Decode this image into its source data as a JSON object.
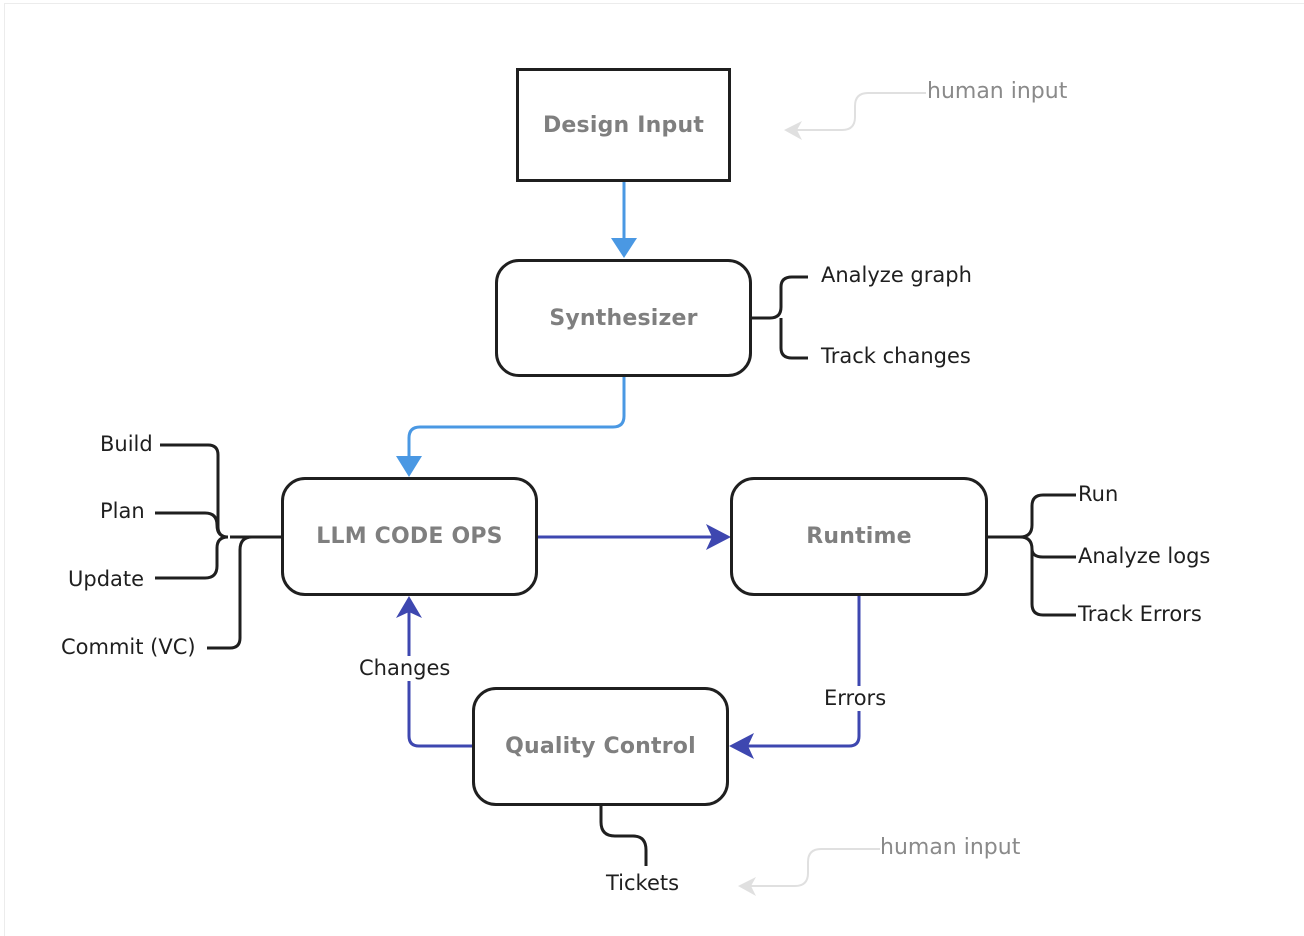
{
  "diagram": {
    "nodes": {
      "design_input": "Design Input",
      "synthesizer": "Synthesizer",
      "llm_code_ops": "LLM CODE OPS",
      "runtime": "Runtime",
      "quality_control": "Quality Control"
    },
    "synthesizer_tasks": [
      "Analyze graph",
      "Track changes"
    ],
    "llm_code_ops_tasks": [
      "Build",
      "Plan",
      "Update",
      "Commit (VC)"
    ],
    "runtime_tasks": [
      "Run",
      "Analyze logs",
      "Track Errors"
    ],
    "quality_control_outputs": [
      "Tickets"
    ],
    "edge_labels": {
      "changes": "Changes",
      "errors": "Errors"
    },
    "annotations": {
      "top": "human input",
      "bottom": "human input"
    },
    "colors": {
      "light_blue_arrow": "#4a98e3",
      "dark_blue_arrow": "#3e47b0",
      "node_border": "#1f1f1f",
      "node_text": "#7f7f7f",
      "annotation_line": "#e0e0e0"
    }
  }
}
